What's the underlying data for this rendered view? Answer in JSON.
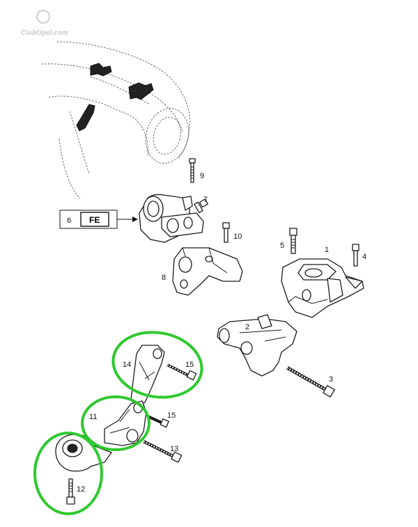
{
  "watermark": {
    "text": "ClubOpel.com"
  },
  "box": {
    "number": "6",
    "code": "FE"
  },
  "highlight_color": "#2ec92e",
  "labels": [
    {
      "id": "1",
      "text": "1"
    },
    {
      "id": "2",
      "text": "2"
    },
    {
      "id": "3",
      "text": "3"
    },
    {
      "id": "4",
      "text": "4"
    },
    {
      "id": "5",
      "text": "5"
    },
    {
      "id": "7",
      "text": "7"
    },
    {
      "id": "8",
      "text": "8"
    },
    {
      "id": "9",
      "text": "9"
    },
    {
      "id": "10",
      "text": "10"
    },
    {
      "id": "11",
      "text": "11"
    },
    {
      "id": "12",
      "text": "12"
    },
    {
      "id": "13",
      "text": "13"
    },
    {
      "id": "14",
      "text": "14"
    },
    {
      "id": "15a",
      "text": "15"
    },
    {
      "id": "15b",
      "text": "15"
    }
  ]
}
